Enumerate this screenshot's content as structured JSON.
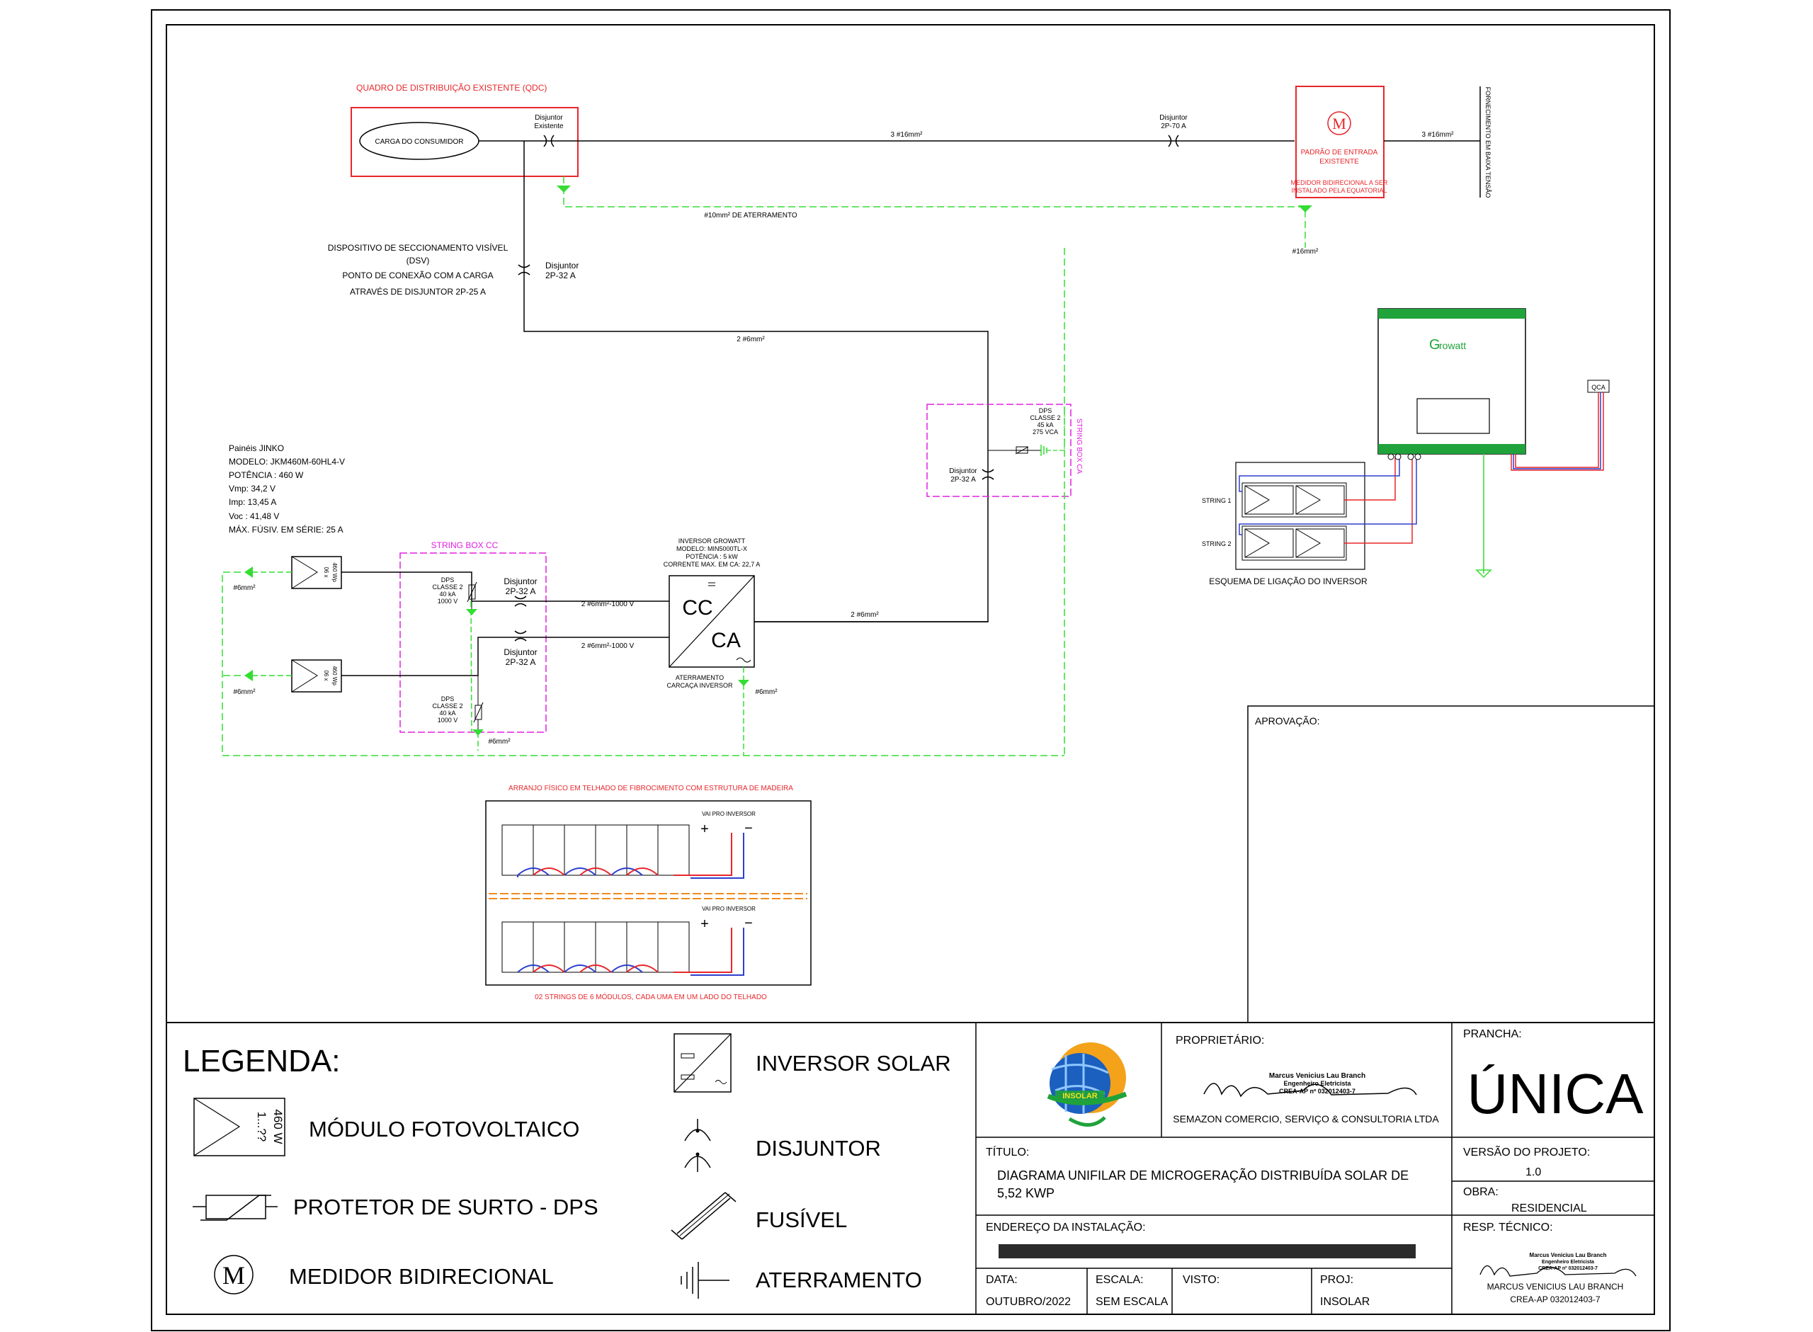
{
  "qdc": {
    "title": "QUADRO DE DISTRIBUIÇÃO EXISTENTE (QDC)",
    "load": "CARGA DO CONSUMIDOR",
    "breaker_line1": "Disjuntor",
    "breaker_line2": "Existente"
  },
  "service": {
    "cable_qdc": "3 #16mm²",
    "breaker_line1": "Disjuntor",
    "breaker_line2": "2P-70 A",
    "meter_symbol": "M",
    "entrance_line1": "PADRÃO DE ENTRADA",
    "entrance_line2": "EXISTENTE",
    "meter_note_line1": "MEDIDOR BIDIRECIONAL A SER",
    "meter_note_line2": "INSTALADO PELA EQUATORIAL",
    "cable_grid": "3 #16mm²",
    "grid_supply": "FORNECIMENTO EM BAIXA TENSÃO",
    "ground_main": "#10mm² DE ATERRAMENTO",
    "ground_entrance": "#16mm²"
  },
  "dsv": {
    "line1": "DISPOSITIVO DE SECCIONAMENTO VISÍVEL",
    "line2": "(DSV)",
    "line3": "PONTO DE CONEXÃO COM A CARGA",
    "line4": "ATRAVÉS DE DISJUNTOR 2P-25 A",
    "breaker_line1": "Disjuntor",
    "breaker_line2": "2P-32 A",
    "cable": "2 #6mm²"
  },
  "string_box_ca": {
    "label": "STRING BOX CA",
    "dps_line1": "DPS",
    "dps_line2": "CLASSE 2",
    "dps_line3": "45 kA",
    "dps_line4": "275 VCA",
    "breaker_line1": "Disjuntor",
    "breaker_line2": "2P-32 A"
  },
  "panels": {
    "line1": "Painéis JINKO",
    "line2": "MODELO: JKM460M-60HL4-V",
    "line3": "POTÊNCIA : 460 W",
    "line4": "Vmp: 34,2 V",
    "line5": "Imp: 13,45 A",
    "line6": "Voc : 41,48 V",
    "line7": "MÁX. FÚSIV. EM SÉRIE: 25 A",
    "module_count": "06 x",
    "module_power": "460 Wp",
    "ground_cable": "#6mm²"
  },
  "string_box_cc": {
    "label": "STRING BOX CC",
    "dps_line1": "DPS",
    "dps_line2": "CLASSE 2",
    "dps_line3": "40 kA",
    "dps_line4": "1000 V",
    "breaker_line1": "Disjuntor",
    "breaker_line2": "2P-32 A",
    "cable": "2 #6mm²-1000 V",
    "ground_cable": "#6mm²"
  },
  "inverter": {
    "line1": "INVERSOR GROWATT",
    "line2": "MODELO: MIN5000TL-X",
    "line3": "POTÊNCIA : 5 kW",
    "line4": "CORRENTE MAX. EM CA: 22,7 A",
    "cc": "CC",
    "ca": "CA",
    "ground_line1": "ATERRAMENTO",
    "ground_line2": "CARCAÇA INVERSOR",
    "ground_cable": "#6mm²",
    "ac_cable": "2 #6mm²"
  },
  "wiring": {
    "brand_g": "G",
    "brand_rest": "rowatt",
    "qca": "QCA",
    "string1": "STRING 1",
    "string2": "STRING 2",
    "caption": "ESQUEMA DE LIGAÇÃO DO INVERSOR"
  },
  "roof": {
    "title": "ARRANJO FÍSICO EM TELHADO DE FIBROCIMENTO COM ESTRUTURA DE MADEIRA",
    "to_inverter": "VAI PRO INVERSOR",
    "plus": "+",
    "minus": "−",
    "caption": "02 STRINGS DE 6 MÓDULOS, CADA UMA EM UM LADO DO TELHADO"
  },
  "approval": {
    "label": "APROVAÇÃO:"
  },
  "legend": {
    "title": "LEGENDA:",
    "module_power": "460 W",
    "module_count": "1...??",
    "module_label": "MÓDULO FOTOVOLTAICO",
    "dps_label": "PROTETOR DE SURTO - DPS",
    "meter_symbol": "M",
    "meter_label": "MEDIDOR BIDIRECIONAL",
    "inverter_label": "INVERSOR SOLAR",
    "breaker_label": "DISJUNTOR",
    "fuse_label": "FUSÍVEL",
    "ground_label": "ATERRAMENTO"
  },
  "title_block": {
    "logo_text": "INSOLAR",
    "owner_label": "PROPRIETÁRIO:",
    "owner": "SEMAZON COMERCIO, SERVIÇO & CONSULTORIA LTDA",
    "stamp_line1": "Marcus Venicius Lau Branch",
    "stamp_line2": "Engenheiro Eletricista",
    "stamp_line3": "CREA-AP nº 032012403-7",
    "sheet_label": "PRANCHA:",
    "sheet": "ÚNICA",
    "title_label": "TÍTULO:",
    "title_line1": "DIAGRAMA UNIFILAR DE MICROGERAÇÃO DISTRIBUÍDA SOLAR DE",
    "title_line2": "5,52 KWP",
    "version_label": "VERSÃO DO PROJETO:",
    "version": "1.0",
    "work_label": "OBRA:",
    "work": "RESIDENCIAL",
    "address_label": "ENDEREÇO DA INSTALAÇÃO:",
    "resp_label": "RESP. TÉCNICO:",
    "resp_name": "MARCUS VENICIUS LAU BRANCH",
    "resp_crea": "CREA-AP 032012403-7",
    "date_label": "DATA:",
    "date": "OUTUBRO/2022",
    "scale_label": "ESCALA:",
    "scale": "SEM ESCALA",
    "seen_label": "VISTO:",
    "proj_label": "PROJ:",
    "proj": "INSOLAR"
  },
  "colors": {
    "red": "#e8262a",
    "green_dash": "#33dd33",
    "magenta": "#e020e0",
    "growatt_green": "#1fa33a",
    "dc_blue": "#2c3fd0",
    "roof_orange": "#f08a1e"
  }
}
